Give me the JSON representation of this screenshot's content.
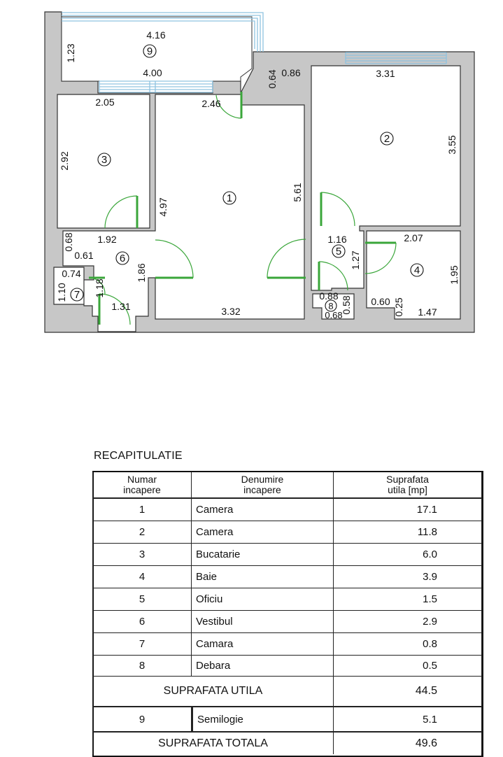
{
  "plan": {
    "room_numbers": [
      "1",
      "2",
      "3",
      "4",
      "5",
      "6",
      "7",
      "8",
      "9"
    ],
    "dimensions": {
      "r9_top": "4.16",
      "r9_side": "1.23",
      "r9_bottom": "4.00",
      "r3_top": "2.05",
      "r3_side": "2.92",
      "door_246": "2.46",
      "pillar_064": "0.64",
      "pillar_086": "0.86",
      "r2_top": "3.31",
      "r2_side": "3.55",
      "r1_side_left": "4.97",
      "r1_side_right": "5.61",
      "r6_top": "1.92",
      "d068": "0.68",
      "d061": "0.61",
      "r6_side": "1.86",
      "d074": "0.74",
      "r7_side": "1.10",
      "d118": "1.18",
      "d131": "1.31",
      "r1_bottom": "3.32",
      "r5_top": "1.16",
      "r5_side": "1.27",
      "r4_top": "2.07",
      "r4_side": "1.95",
      "d088": "0.88",
      "d058": "0.58",
      "d068b": "0.68",
      "d060": "0.60",
      "d025": "0.25",
      "d147": "1.47"
    }
  },
  "recap": {
    "title": "RECAPITULATIE",
    "headers": {
      "col1_line1": "Numar",
      "col1_line2": "incapere",
      "col2_line1": "Denumire",
      "col2_line2": "incapere",
      "col3_line1": "Suprafata",
      "col3_line2": "utila [mp]"
    },
    "rows": [
      {
        "nr": "1",
        "name": "Camera",
        "area": "17.1"
      },
      {
        "nr": "2",
        "name": "Camera",
        "area": "11.8"
      },
      {
        "nr": "3",
        "name": "Bucatarie",
        "area": "6.0"
      },
      {
        "nr": "4",
        "name": "Baie",
        "area": "3.9"
      },
      {
        "nr": "5",
        "name": "Oficiu",
        "area": "1.5"
      },
      {
        "nr": "6",
        "name": "Vestibul",
        "area": "2.9"
      },
      {
        "nr": "7",
        "name": "Camara",
        "area": "0.8"
      },
      {
        "nr": "8",
        "name": "Debara",
        "area": "0.5"
      }
    ],
    "useful_label": "SUPRAFATA UTILA",
    "useful_value": "44.5",
    "loggia": {
      "nr": "9",
      "name": "Semilogie",
      "area": "5.1"
    },
    "total_label": "SUPRAFATA TOTALA",
    "total_value": "49.6"
  },
  "colors": {
    "wall": "#c7c7c7",
    "wall_outline": "#333333",
    "window": "#8fc3e0",
    "door": "#3aa63a"
  }
}
